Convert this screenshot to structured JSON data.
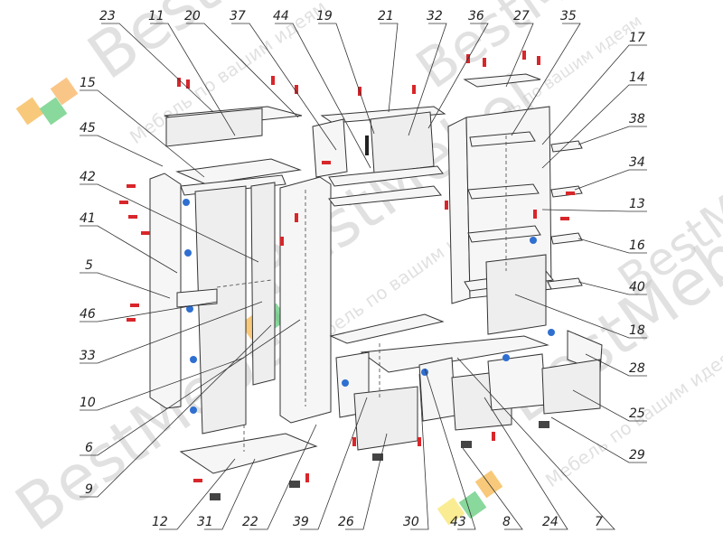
{
  "diagram": {
    "callouts_top": [
      "23",
      "11",
      "20",
      "37",
      "44",
      "19",
      "21",
      "32",
      "36",
      "27",
      "35"
    ],
    "callouts_right": [
      "17",
      "14",
      "38",
      "34",
      "13",
      "16",
      "40",
      "18",
      "28",
      "25",
      "29"
    ],
    "callouts_left": [
      "15",
      "45",
      "42",
      "41",
      "5",
      "46",
      "33",
      "10",
      "6",
      "9"
    ],
    "callouts_bottom": [
      "12",
      "31",
      "22",
      "39",
      "26",
      "30",
      "43",
      "8",
      "24",
      "7"
    ]
  },
  "watermark": {
    "brand": "BestMebel",
    "tagline": "Мебель по вашим идеям"
  },
  "colors": {
    "fastener_red": "#d8262a",
    "fastener_blue": "#2f6fd1",
    "logo_orange": "#f5a623",
    "logo_green": "#3cbf5c",
    "logo_yellow": "#f7e14a"
  }
}
